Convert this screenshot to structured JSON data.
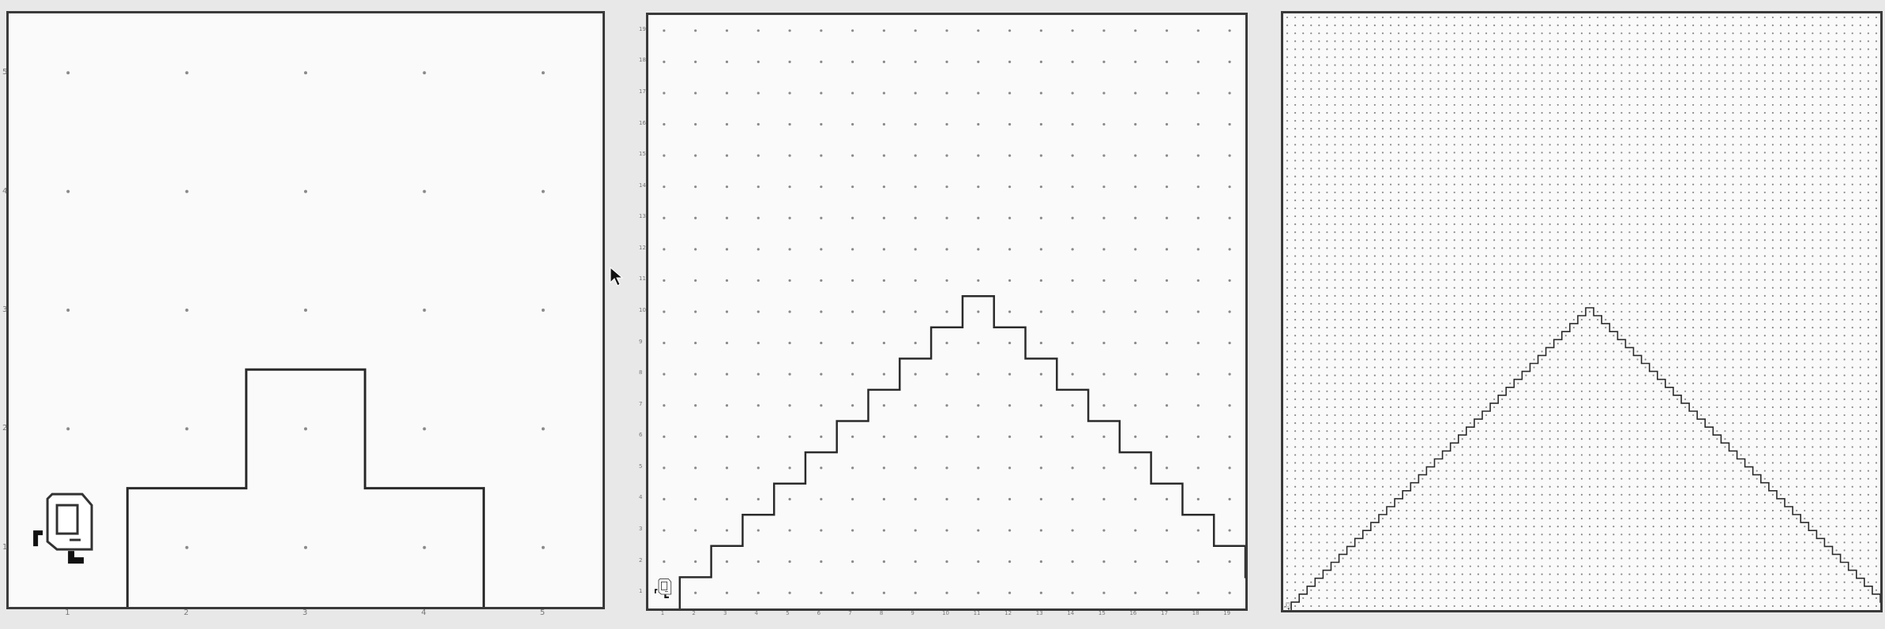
{
  "panels": [
    {
      "n": 5,
      "x_ticks": [
        "1",
        "2",
        "3",
        "4",
        "5"
      ],
      "y_ticks": [
        "1",
        "2",
        "3",
        "4",
        "5"
      ],
      "staircase_peak": 2,
      "robot_visible": true,
      "grid_dots": true
    },
    {
      "n": 19,
      "x_ticks": [
        "1",
        "2",
        "3",
        "4",
        "5",
        "6",
        "7",
        "8",
        "9",
        "10",
        "11",
        "12",
        "13",
        "14",
        "15",
        "16",
        "17",
        "18",
        "19"
      ],
      "y_ticks": [
        "1",
        "2",
        "3",
        "4",
        "5",
        "6",
        "7",
        "8",
        "9",
        "10",
        "11",
        "12",
        "13",
        "14",
        "15",
        "16",
        "17",
        "18",
        "19"
      ],
      "staircase_peak": 9,
      "robot_visible": true,
      "grid_dots": true
    },
    {
      "n": 75,
      "x_ticks": [],
      "y_ticks": [],
      "staircase_peak": 37,
      "robot_visible": true,
      "grid_dots": true
    }
  ],
  "colors": {
    "stroke": "#2b2b2b",
    "dot": "#8a8a8a",
    "panel_bg": "#fafafa",
    "page_bg": "#e8e8e8"
  },
  "icons": {
    "robot": "karel-robot-icon",
    "cursor": "mouse-pointer-icon"
  }
}
